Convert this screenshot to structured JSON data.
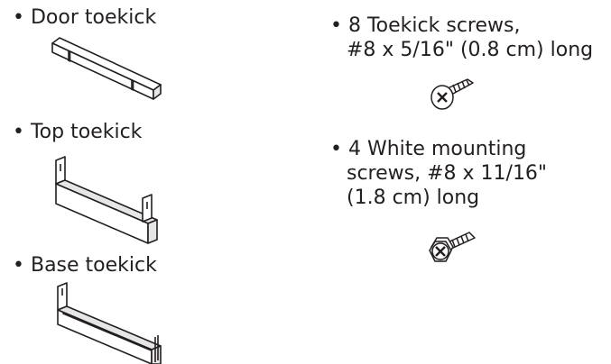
{
  "bullet": "•",
  "left_items": [
    {
      "label": "Door toekick"
    },
    {
      "label": "Top toekick"
    },
    {
      "label": "Base toekick"
    }
  ],
  "right_items": [
    {
      "lines": [
        "8 Toekick screws,",
        "#8 x 5/16\" (0.8 cm) long"
      ]
    },
    {
      "lines": [
        "4 White mounting",
        "screws, #8 x 11/16\"",
        "(1.8 cm) long"
      ]
    }
  ],
  "colors": {
    "ink": "#231f20",
    "part_face": "#ffffff",
    "part_shade": "#e6e6e6"
  },
  "icons": [
    "door-toekick-illustration",
    "top-toekick-illustration",
    "base-toekick-illustration",
    "toekick-screw-illustration",
    "mounting-screw-illustration"
  ]
}
